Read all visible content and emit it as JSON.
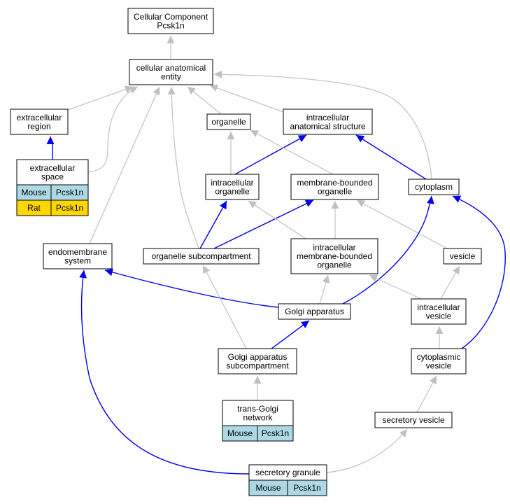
{
  "graph": {
    "title_lines": [
      "Cellular Component",
      "Pcsk1n"
    ],
    "colors": {
      "gray_edge": "#c0c0c0",
      "blue_edge": "#0000ee",
      "mouse_cell": "#add8e6",
      "rat_cell": "#ffd700",
      "node_fill": "#ffffff",
      "node_border": "#000000"
    },
    "nodes": [
      {
        "id": "cc",
        "lines": [
          "Cellular Component",
          "Pcsk1n"
        ]
      },
      {
        "id": "cae",
        "lines": [
          "cellular anatomical",
          "entity"
        ]
      },
      {
        "id": "er",
        "lines": [
          "extracellular",
          "region"
        ]
      },
      {
        "id": "es",
        "lines": [
          "extracellular",
          "space"
        ],
        "annotations": [
          [
            "Mouse",
            "Pcsk1n"
          ],
          [
            "Rat",
            "Pcsk1n"
          ]
        ]
      },
      {
        "id": "org",
        "lines": [
          "organelle"
        ]
      },
      {
        "id": "ias",
        "lines": [
          "intracellular",
          "anatomical structure"
        ]
      },
      {
        "id": "io",
        "lines": [
          "intracellular",
          "organelle"
        ]
      },
      {
        "id": "mbo",
        "lines": [
          "membrane-bounded",
          "organelle"
        ]
      },
      {
        "id": "cyt",
        "lines": [
          "cytoplasm"
        ]
      },
      {
        "id": "ems",
        "lines": [
          "endomembrane",
          "system"
        ]
      },
      {
        "id": "osc",
        "lines": [
          "organelle subcompartment"
        ]
      },
      {
        "id": "imbo",
        "lines": [
          "intracellular",
          "membrane-bounded",
          "organelle"
        ]
      },
      {
        "id": "ves",
        "lines": [
          "vesicle"
        ]
      },
      {
        "id": "ga",
        "lines": [
          "Golgi apparatus"
        ]
      },
      {
        "id": "iv",
        "lines": [
          "intracellular",
          "vesicle"
        ]
      },
      {
        "id": "gas",
        "lines": [
          "Golgi apparatus",
          "subcompartment"
        ]
      },
      {
        "id": "cv",
        "lines": [
          "cytoplasmic",
          "vesicle"
        ]
      },
      {
        "id": "tgn",
        "lines": [
          "trans-Golgi",
          "network"
        ],
        "annotations": [
          [
            "Mouse",
            "Pcsk1n"
          ]
        ]
      },
      {
        "id": "sv",
        "lines": [
          "secretory vesicle"
        ]
      },
      {
        "id": "sg",
        "lines": [
          "secretory granule"
        ],
        "annotations": [
          [
            "Mouse",
            "Pcsk1n"
          ]
        ]
      }
    ],
    "edges": [
      {
        "from": "cae",
        "to": "cc",
        "kind": "gray"
      },
      {
        "from": "er",
        "to": "cae",
        "kind": "gray"
      },
      {
        "from": "es",
        "to": "cae",
        "kind": "gray"
      },
      {
        "from": "es",
        "to": "er",
        "kind": "blue"
      },
      {
        "from": "ems",
        "to": "cae",
        "kind": "gray"
      },
      {
        "from": "osc",
        "to": "cae",
        "kind": "gray"
      },
      {
        "from": "org",
        "to": "cae",
        "kind": "gray"
      },
      {
        "from": "ias",
        "to": "cae",
        "kind": "gray"
      },
      {
        "from": "cyt",
        "to": "cae",
        "kind": "gray"
      },
      {
        "from": "io",
        "to": "org",
        "kind": "gray"
      },
      {
        "from": "io",
        "to": "ias",
        "kind": "blue"
      },
      {
        "from": "mbo",
        "to": "org",
        "kind": "gray"
      },
      {
        "from": "cyt",
        "to": "ias",
        "kind": "blue"
      },
      {
        "from": "osc",
        "to": "io",
        "kind": "blue"
      },
      {
        "from": "osc",
        "to": "mbo",
        "kind": "blue"
      },
      {
        "from": "imbo",
        "to": "io",
        "kind": "gray"
      },
      {
        "from": "imbo",
        "to": "mbo",
        "kind": "gray"
      },
      {
        "from": "ves",
        "to": "mbo",
        "kind": "gray"
      },
      {
        "from": "ga",
        "to": "imbo",
        "kind": "gray"
      },
      {
        "from": "ga",
        "to": "cyt",
        "kind": "blue"
      },
      {
        "from": "ga",
        "to": "ems",
        "kind": "blue"
      },
      {
        "from": "iv",
        "to": "ves",
        "kind": "gray"
      },
      {
        "from": "iv",
        "to": "imbo",
        "kind": "gray"
      },
      {
        "from": "gas",
        "to": "ga",
        "kind": "blue"
      },
      {
        "from": "gas",
        "to": "osc",
        "kind": "gray"
      },
      {
        "from": "cv",
        "to": "iv",
        "kind": "gray"
      },
      {
        "from": "cv",
        "to": "cyt",
        "kind": "blue"
      },
      {
        "from": "tgn",
        "to": "gas",
        "kind": "gray"
      },
      {
        "from": "sv",
        "to": "cv",
        "kind": "gray"
      },
      {
        "from": "sg",
        "to": "sv",
        "kind": "gray"
      },
      {
        "from": "sg",
        "to": "ems",
        "kind": "blue"
      }
    ]
  }
}
